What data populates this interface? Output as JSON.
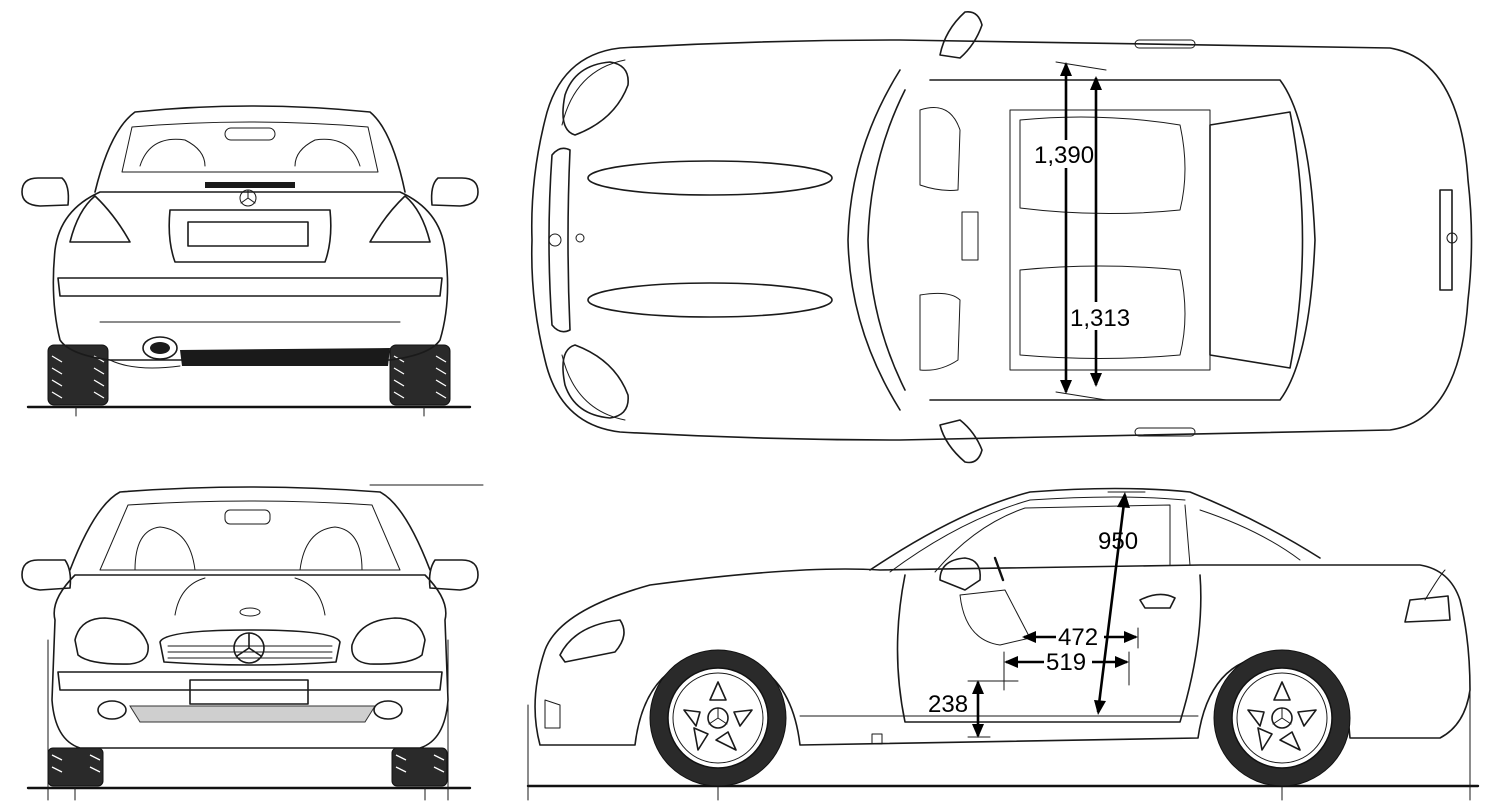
{
  "dimensions": {
    "top_view_width_1": "1,390",
    "top_view_width_2": "1,313",
    "side_view_door_height": "950",
    "side_view_door_upper": "472",
    "side_view_door_lower": "519",
    "side_view_sill_height": "238"
  },
  "views": [
    "rear-view",
    "top-view",
    "front-view",
    "side-view"
  ]
}
